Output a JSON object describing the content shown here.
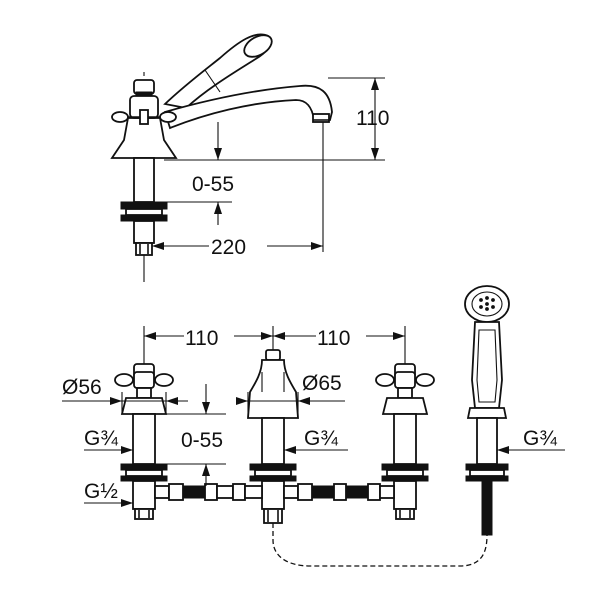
{
  "top_view": {
    "height_label": "110",
    "adjust_label": "0-55",
    "reach_label": "220"
  },
  "front_view": {
    "spacing_left_label": "110",
    "spacing_right_label": "110",
    "rosette_left_label": "Ø56",
    "rosette_center_label": "Ø65",
    "thread_left_label": "G¾",
    "thread_center_label": "G¾",
    "thread_right_label": "G¾",
    "adjust_label": "0-55",
    "connection_label": "G½"
  },
  "colors": {
    "line": "#111111",
    "background": "#ffffff"
  }
}
